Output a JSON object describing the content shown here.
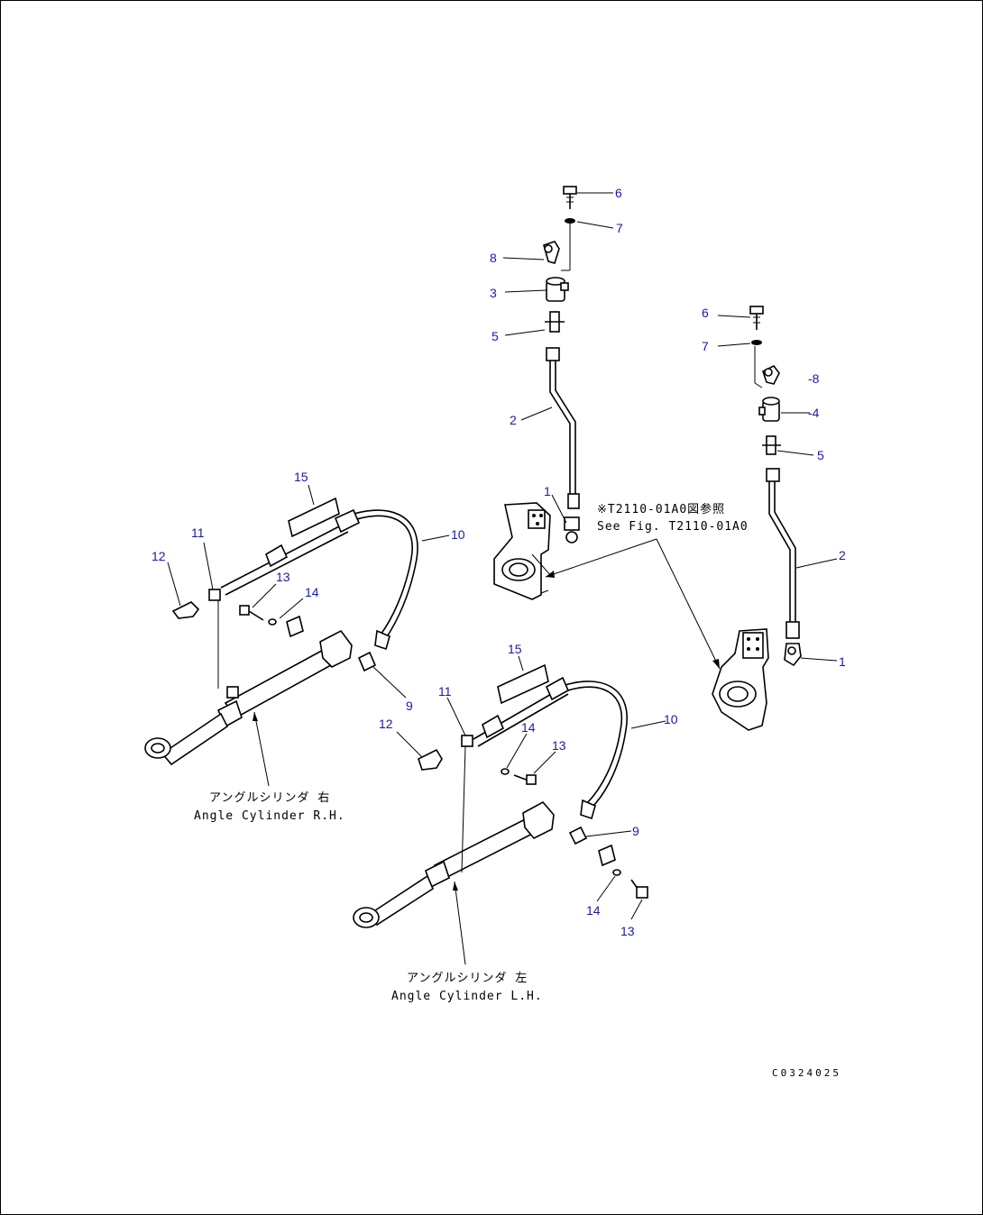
{
  "callouts": {
    "c6a": "6",
    "c7a": "7",
    "c8a": "8",
    "c3": "3",
    "c5a": "5",
    "c2a": "2",
    "c1a": "1",
    "c6b": "6",
    "c7b": "7",
    "c8b": "-8",
    "c4": "-4",
    "c5b": "5",
    "c2b": "2",
    "c1b": "1",
    "c15a": "15",
    "c10a": "10",
    "c11a": "11",
    "c12a": "12",
    "c13a": "13",
    "c14a": "14",
    "c9a": "9",
    "c15b": "15",
    "c10b": "10",
    "c11b": "11",
    "c12b": "12",
    "c14b": "14",
    "c13b": "13",
    "c9b": "9",
    "c14c": "14",
    "c13c": "13"
  },
  "notes": {
    "see_fig_jp": "※T2110-01A0図参照",
    "see_fig_en": "See Fig. T2110-01A0",
    "rh_jp": "アングルシリンダ 右",
    "rh_en": "Angle Cylinder R.H.",
    "lh_jp": "アングルシリンダ 左",
    "lh_en": "Angle Cylinder L.H."
  },
  "drawing_code": "C0324025"
}
